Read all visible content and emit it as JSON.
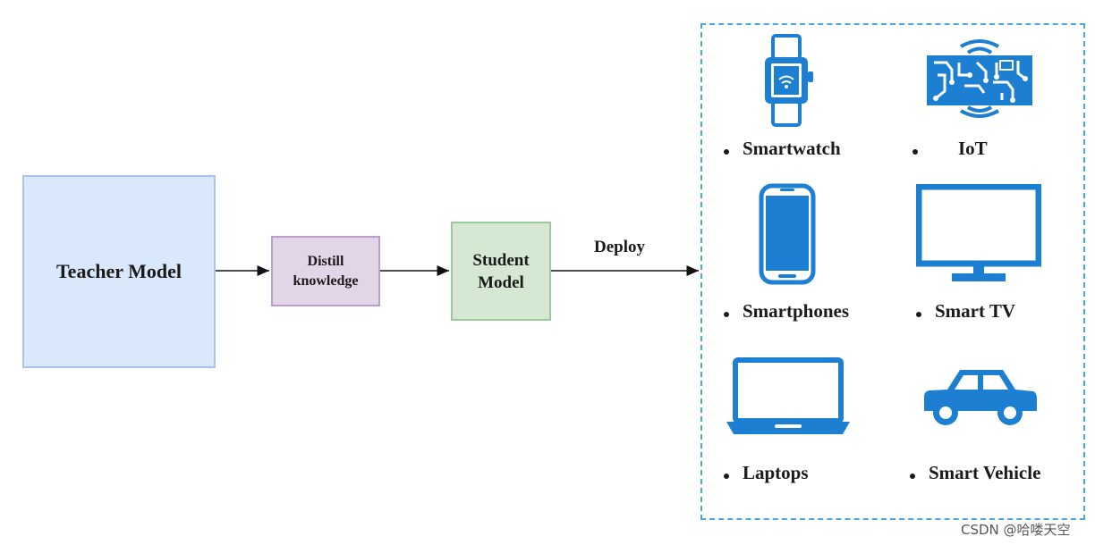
{
  "teacher": {
    "label": "Teacher Model"
  },
  "distill": {
    "line1": "Distill",
    "line2": "knowledge"
  },
  "student": {
    "line1": "Student",
    "line2": "Model"
  },
  "deploy": {
    "label": "Deploy"
  },
  "devices": [
    {
      "label": "Smartwatch",
      "icon": "smartwatch-icon"
    },
    {
      "label": "IoT",
      "icon": "iot-circuit-icon"
    },
    {
      "label": "Smartphones",
      "icon": "smartphone-icon"
    },
    {
      "label": "Smart TV",
      "icon": "tv-icon"
    },
    {
      "label": "Laptops",
      "icon": "laptop-icon"
    },
    {
      "label": "Smart Vehicle",
      "icon": "car-icon"
    }
  ],
  "colors": {
    "teacher_fill": "#dae8fc",
    "distill_fill": "#e1d5e7",
    "student_fill": "#d5e8d4",
    "icon_blue": "#1d7fd1",
    "panel_border": "#4aa7dc"
  },
  "watermark": "",
  "credit": "CSDN @哈喽天空"
}
